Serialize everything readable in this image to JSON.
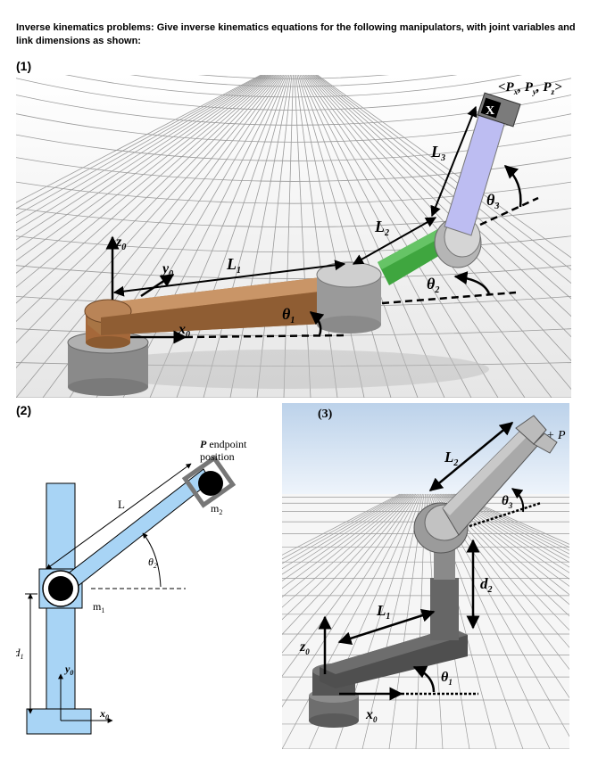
{
  "intro": "Inverse kinematics problems:  Give inverse kinematics equations for the following manipulators, with joint variables and link dimensions as shown:",
  "panel1": {
    "label": "(1)",
    "z0": "z",
    "z0_sub": "0",
    "y0": "y",
    "y0_sub": "0",
    "x0": "x",
    "x0_sub": "0",
    "L1": "L",
    "L1_sub": "1",
    "L2": "L",
    "L2_sub": "2",
    "L3": "L",
    "L3_sub": "3",
    "t1": "θ",
    "t1_sub": "1",
    "t2": "θ",
    "t2_sub": "2",
    "t3": "θ",
    "t3_sub": "3",
    "target": "<P",
    "target_x": "x",
    "target_mid1": ", P",
    "target_y": "y",
    "target_mid2": ", P",
    "target_z": "z",
    "target_end": ">",
    "end_mark": "X"
  },
  "panel2": {
    "label": "(2)",
    "P": "P",
    "endpoint": " endpoint",
    "position": "position",
    "L": "L",
    "m2": "m",
    "m2_sub": "2",
    "m1": "m",
    "m1_sub": "1",
    "t2": "θ",
    "t2_sub": "2",
    "d1": "d",
    "d1_sub": "1",
    "y0": "y",
    "y0_sub": "0",
    "x0": "x",
    "x0_sub": "0"
  },
  "panel3": {
    "label": "(3)",
    "P": "+ P",
    "L2": "L",
    "L2_sub": "2",
    "t3": "θ",
    "t3_sub": "3",
    "d2": "d",
    "d2_sub": "2",
    "L1": "L",
    "L1_sub": "1",
    "z0": "z",
    "z0_sub": "0",
    "t1": "θ",
    "t1_sub": "1",
    "x0": "x",
    "x0_sub": "0"
  }
}
